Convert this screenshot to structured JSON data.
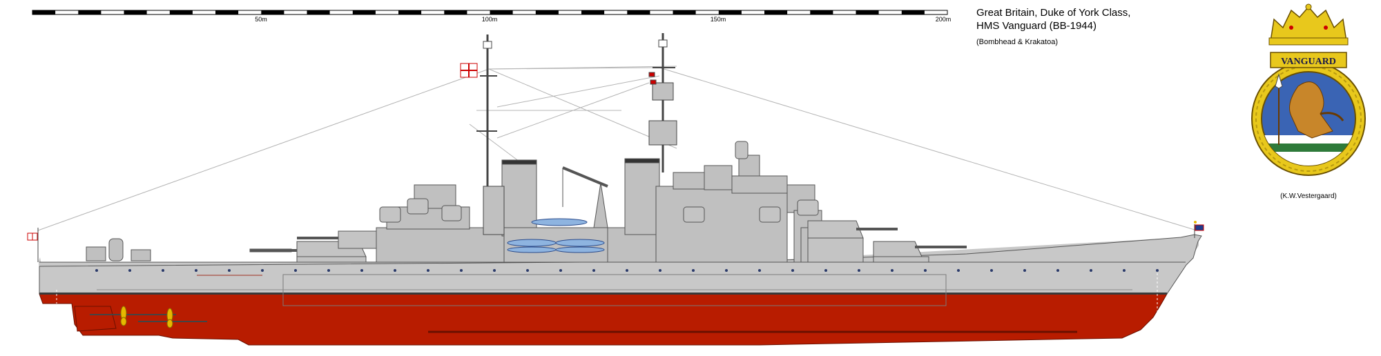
{
  "scale_bar": {
    "labels": [
      "50m",
      "100m",
      "150m",
      "200m"
    ]
  },
  "caption": {
    "line1": "Great Britain, Duke of York Class,",
    "line2": "HMS Vanguard (BB-1944)",
    "line3": "(Bombhead & Krakatoa)"
  },
  "badge": {
    "name": "VANGUARD",
    "credit": "(K.W.Vestergaard)"
  },
  "colors": {
    "hull_grey": "#c8c8c8",
    "superstructure_grey": "#c0c0c0",
    "antifouling_red": "#b81c00",
    "badge_gold": "#e8c81c",
    "badge_blue": "#3a64b4",
    "badge_green": "#2e7a3a"
  }
}
